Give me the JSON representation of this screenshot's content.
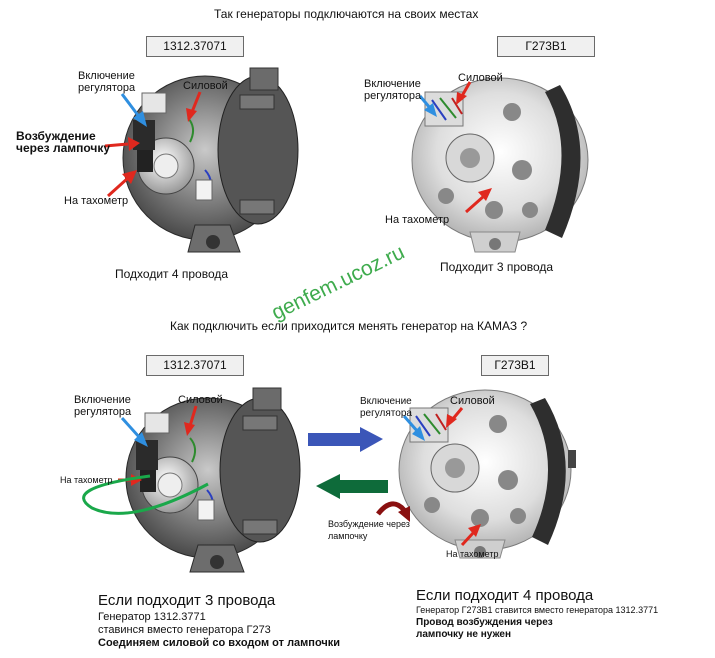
{
  "top_title": "Так генераторы подключаются на своих местах",
  "middle_question": "Как подключить если приходится менять генератор на КАМАЗ ?",
  "watermark": "genfem.ucoz.ru",
  "top_left": {
    "model": "1312.37071",
    "label_regulator": "Включение регулятора",
    "label_power": "Силовой",
    "label_excitation": "Возбуждение через лампочку",
    "label_tacho": "На тахометр",
    "caption": "Подходит 4 провода"
  },
  "top_right": {
    "model": "Г273В1",
    "label_regulator": "Включение регулятора",
    "label_power": "Силовой",
    "label_tacho": "На тахометр",
    "caption": "Подходит 3 провода"
  },
  "bottom_left": {
    "model": "1312.37071",
    "label_regulator": "Включение регулятора",
    "label_power": "Силовой",
    "label_tacho": "На тахометр",
    "heading": "Если подходит 3 провода",
    "line1": "Генератор 1312.3771",
    "line2": "ставинся вместо генератора Г273",
    "line3": "Соединяем силовой со входом от лампочки"
  },
  "bottom_right": {
    "model": "Г273В1",
    "label_regulator": "Включение регулятора",
    "label_power": "Силовой",
    "label_excitation": "Возбуждение через лампочку",
    "label_tacho": "На тахометр",
    "heading": "Если подходит 4 провода",
    "line1": "Генератор Г273В1 ставится вместо генератора 1312.3771",
    "line2": "Провод возбуждения через лампочку не нужен"
  },
  "colors": {
    "arrow_red": "#e0281e",
    "arrow_blue": "#2f8fe0",
    "arrow_right_blue": "#3b56b8",
    "arrow_left_green": "#0e6b3a",
    "loop_green": "#1aa84a",
    "curved_darkred": "#8a1010"
  }
}
